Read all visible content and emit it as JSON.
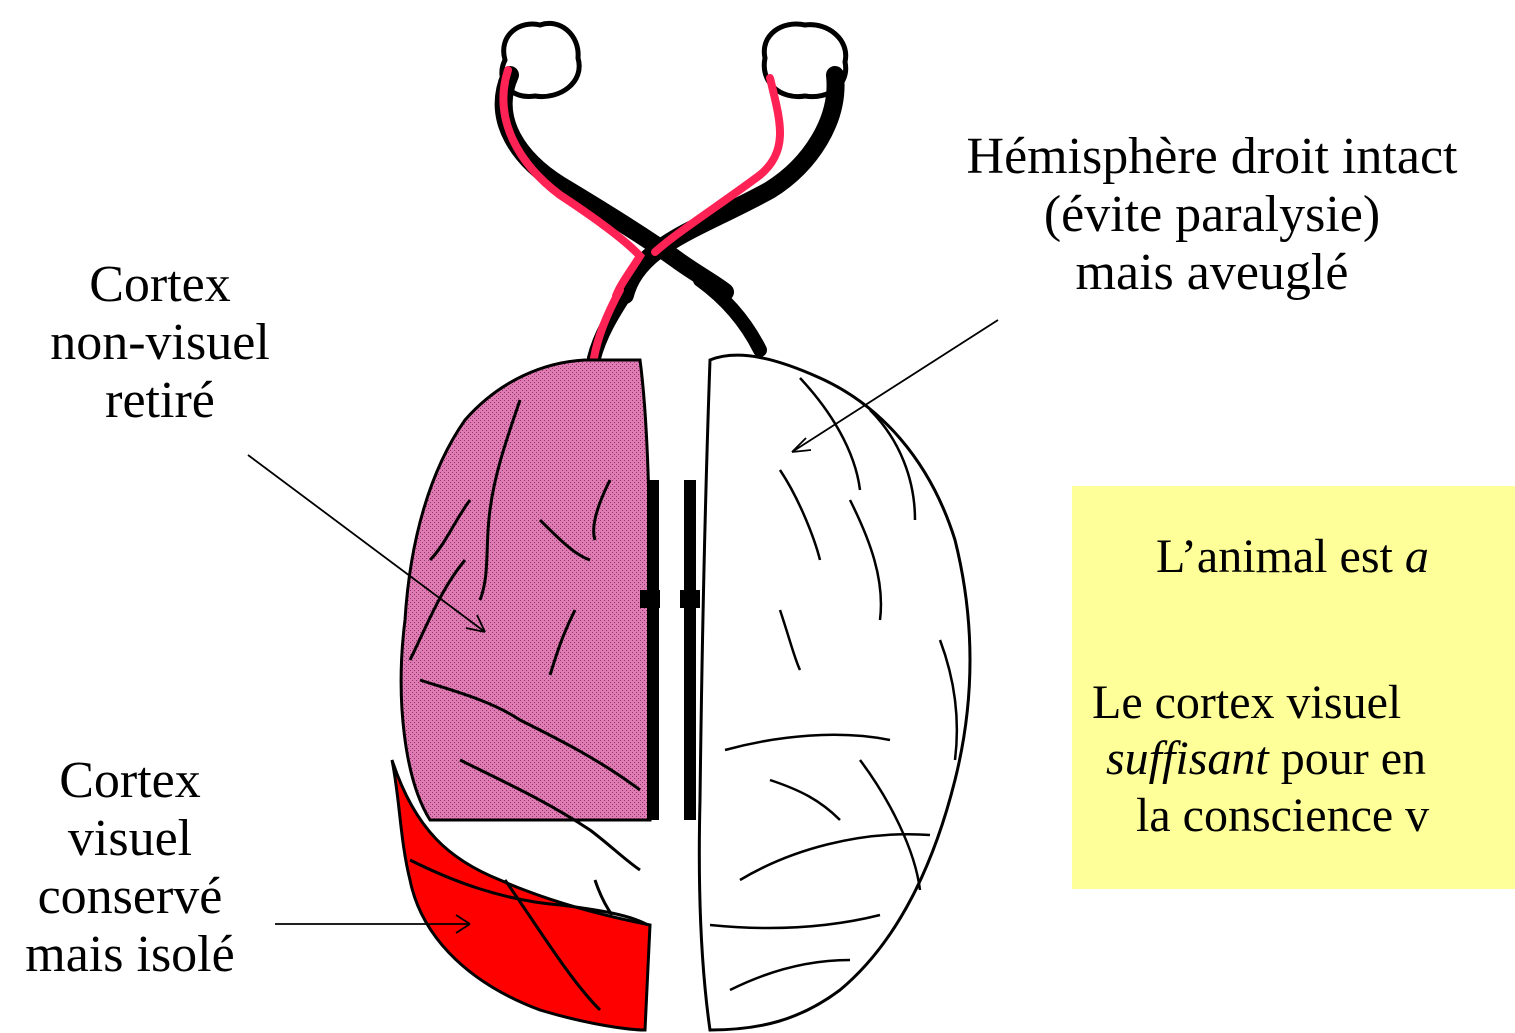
{
  "labels": {
    "right": [
      "Hémisphère droit intact",
      "(évite paralysie)",
      "mais aveuglé"
    ],
    "nonvisual": [
      "Cortex",
      "non-visuel",
      "retiré"
    ],
    "visual": [
      "Cortex",
      "visuel",
      "conservé",
      "mais isolé"
    ]
  },
  "note": {
    "line1_prefix": "L’animal est ",
    "line1_italic": "a",
    "line2": "Le cortex visuel",
    "line3_italic": "suffisant",
    "line3_rest": " pour en",
    "line4": "la conscience v"
  },
  "colors": {
    "removed_cortex": "#e07bb3",
    "visual_cortex": "#ff0000",
    "nerve_highlight": "#ff2255",
    "note_background": "#ffff99"
  }
}
